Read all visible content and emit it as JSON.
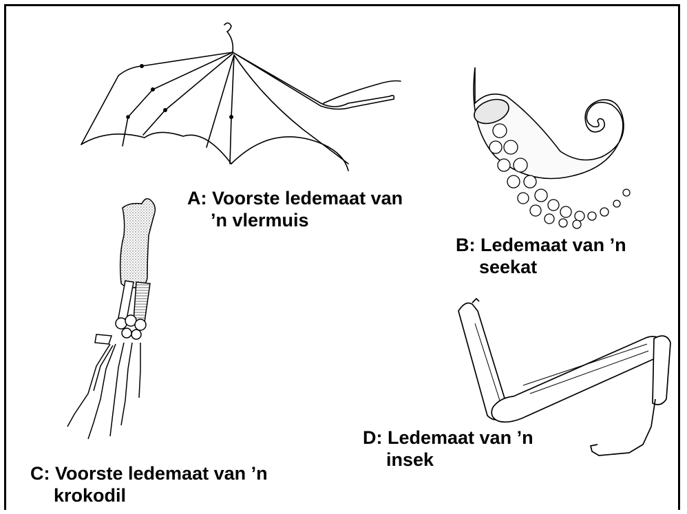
{
  "labels": {
    "a": {
      "line1": "A: Voorste ledemaat van",
      "line2": "’n vlermuis"
    },
    "b": {
      "line1": "B: Ledemaat van ’n",
      "line2": "seekat"
    },
    "c": {
      "line1": "C: Voorste ledemaat van ’n",
      "line2": "krokodil"
    },
    "d": {
      "line1": "D: Ledemaat van ’n",
      "line2": "insek"
    }
  },
  "colors": {
    "ink": "#000000",
    "background": "#ffffff",
    "stipple": "#cfcfcf"
  }
}
